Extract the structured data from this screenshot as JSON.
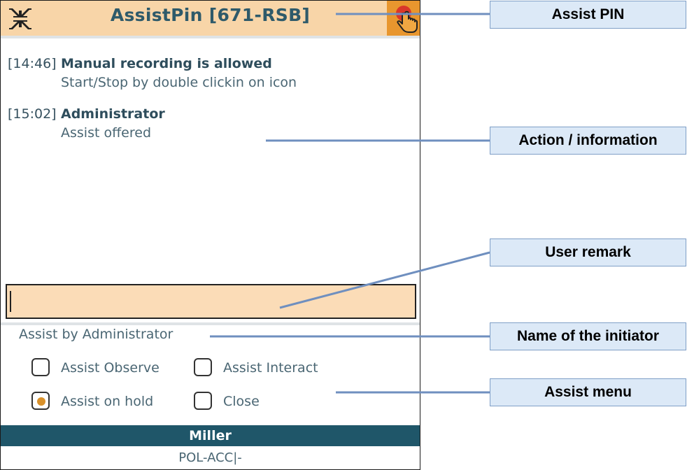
{
  "header": {
    "title": "AssistPin [671-RSB]",
    "collapse_icon": "collapse-arrows-icon",
    "record_icon": "record-hand-icon"
  },
  "messages": [
    {
      "time": "[14:46]",
      "title": "Manual recording is allowed",
      "detail": "Start/Stop by double clickin on icon"
    },
    {
      "time": "[15:02]",
      "title": "Administrator",
      "detail": "Assist offered"
    }
  ],
  "remark": {
    "value": ""
  },
  "initiator": "Assist by Administrator",
  "menu": {
    "observe": {
      "label": "Assist Observe",
      "checked": false
    },
    "interact": {
      "label": "Assist Interact",
      "checked": false
    },
    "hold": {
      "label": "Assist on hold",
      "checked": true
    },
    "close": {
      "label": "Close",
      "checked": false
    }
  },
  "user": {
    "name": "Miller",
    "code": "POL-ACC|-"
  },
  "callouts": {
    "pin": "Assist PIN",
    "action": "Action / information",
    "remark": "User remark",
    "initiator": "Name of the initiator",
    "menu": "Assist menu"
  },
  "colors": {
    "header_bg": "#f8d5a8",
    "accent": "#e8962e",
    "user_bar": "#1f5669",
    "callout_bg": "#dce9f7"
  }
}
